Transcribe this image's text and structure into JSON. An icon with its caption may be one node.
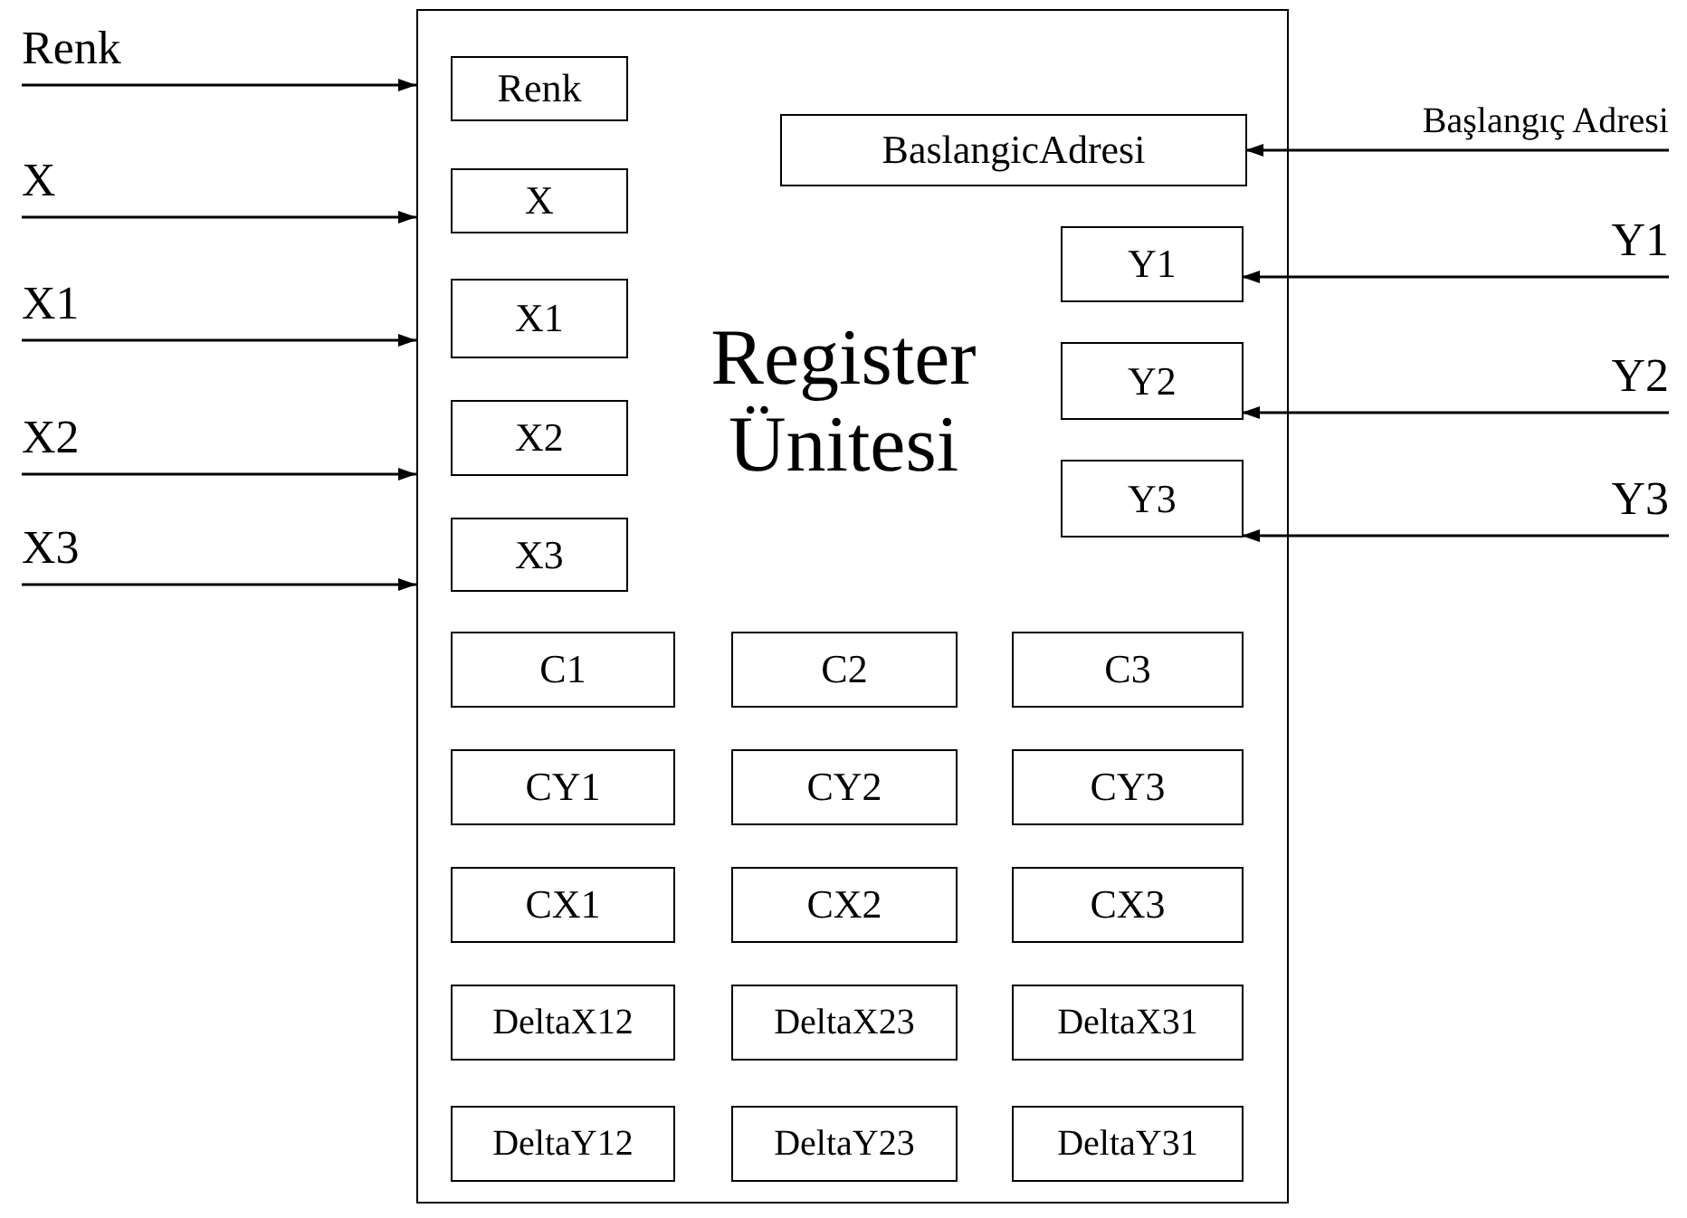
{
  "diagram": {
    "nodes": [
      {
        "text": [
          "Register Ünitesi"
        ]
      },
      {
        "text": [
          "Renk"
        ],
        "in": 0
      },
      {
        "text": [
          "BaslangicAdresi"
        ],
        "in": 0
      },
      {
        "text": [
          "X"
        ],
        "in": 0
      },
      {
        "text": [
          "Y1"
        ],
        "in": 0
      },
      {
        "text": [
          "X1"
        ],
        "in": 0
      },
      {
        "text": [
          "Y2"
        ],
        "in": 0
      },
      {
        "text": [
          "X2"
        ],
        "in": 0
      },
      {
        "text": [
          "Y3"
        ],
        "in": 0
      },
      {
        "text": [
          "X3"
        ],
        "in": 0
      },
      {
        "text": [
          "C1"
        ],
        "in": 0
      },
      {
        "text": [
          "C2"
        ],
        "in": 0
      },
      {
        "text": [
          "C3"
        ],
        "in": 0
      },
      {
        "text": [
          "CY1"
        ],
        "in": 0
      },
      {
        "text": [
          "CY2"
        ],
        "in": 0
      },
      {
        "text": [
          "CY3"
        ],
        "in": 0
      },
      {
        "text": [
          "CX1"
        ],
        "in": 0
      },
      {
        "text": [
          "CX2"
        ],
        "in": 0
      },
      {
        "text": [
          "CX3"
        ],
        "in": 0
      },
      {
        "text": [
          "DeltaX12"
        ],
        "in": 0
      },
      {
        "text": [
          "DeltaX23"
        ],
        "in": 0
      },
      {
        "text": [
          "DeltaX31"
        ],
        "in": 0
      },
      {
        "text": [
          "DeltaY12"
        ],
        "in": 0
      },
      {
        "text": [
          "DeltaY23"
        ],
        "in": 0
      },
      {
        "text": [
          "DeltaY31"
        ],
        "in": 0
      }
    ],
    "edges": [
      {
        "from": null,
        "to": 0,
        "arrow": "to",
        "label": "Renk"
      },
      {
        "from": null,
        "to": 0,
        "arrow": "to",
        "label": "X"
      },
      {
        "from": null,
        "to": 0,
        "arrow": "to",
        "label": "X1"
      },
      {
        "from": null,
        "to": 0,
        "arrow": "to",
        "label": "X2"
      },
      {
        "from": null,
        "to": 0,
        "arrow": "to",
        "label": "X3"
      },
      {
        "from": null,
        "to": 2,
        "arrow": "to",
        "label": "Başlangıç Adresi"
      },
      {
        "from": null,
        "to": 4,
        "arrow": "to",
        "label": "Y1"
      },
      {
        "from": null,
        "to": 6,
        "arrow": "to",
        "label": "Y2"
      },
      {
        "from": null,
        "to": 8,
        "arrow": "to",
        "label": "Y3"
      }
    ]
  }
}
